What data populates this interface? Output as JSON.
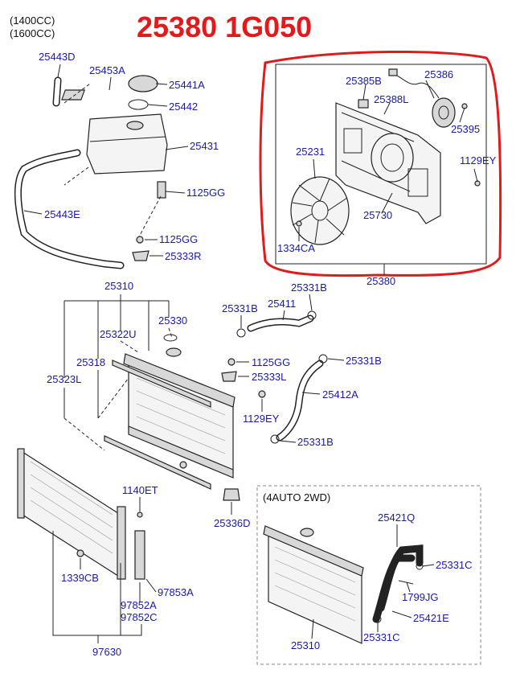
{
  "header": {
    "title": "25380 1G050",
    "engine_note_1": "(1400CC)",
    "engine_note_2": "(1600CC)"
  },
  "inset": {
    "label": "(4AUTO 2WD)"
  },
  "colors": {
    "label_blue": "#1a1aa6",
    "title_red": "#e01b1b",
    "highlight_red": "#e01b1b"
  },
  "labels": {
    "l25443D": "25443D",
    "l25453A": "25453A",
    "l25441A": "25441A",
    "l25442": "25442",
    "l25431": "25431",
    "l1125GG_a": "1125GG",
    "l25443E": "25443E",
    "l1125GG_b": "1125GG",
    "l25333R": "25333R",
    "l25310": "25310",
    "l25330": "25330",
    "l25322U": "25322U",
    "l25318": "25318",
    "l25323L": "25323L",
    "l25331B_a": "25331B",
    "l25411": "25411",
    "l25331B_b": "25331B",
    "l1125GG_c": "1125GG",
    "l25331B_c": "25331B",
    "l25333L": "25333L",
    "l25412A": "25412A",
    "l1129EY_a": "1129EY",
    "l25331B_d": "25331B",
    "l1140ET": "1140ET",
    "l25336D": "25336D",
    "l1339CB": "1339CB",
    "l97853A": "97853A",
    "l97852A": "97852A",
    "l97852C": "97852C",
    "l97630": "97630",
    "l25385B": "25385B",
    "l25386": "25386",
    "l25388L": "25388L",
    "l25395": "25395",
    "l25231": "25231",
    "l1129EY_b": "1129EY",
    "l25730": "25730",
    "l1334CA": "1334CA",
    "l25380": "25380",
    "l25421Q": "25421Q",
    "l25331C_a": "25331C",
    "l1799JG": "1799JG",
    "l25421E": "25421E",
    "l25310_b": "25310",
    "l25331C_b": "25331C"
  }
}
